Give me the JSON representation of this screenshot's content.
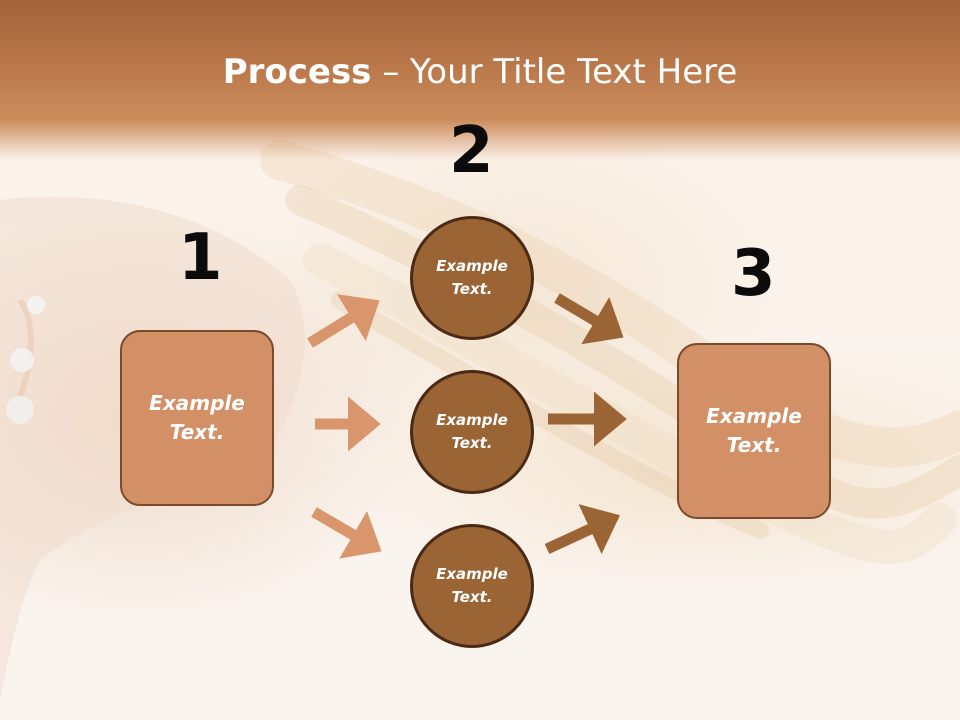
{
  "title": {
    "strong": "Process",
    "rest": " – Your Title Text Here"
  },
  "steps": [
    {
      "number": "1",
      "label": "Example\nText."
    },
    {
      "number": "2",
      "labels": [
        "Example\nText.",
        "Example\nText.",
        "Example\nText."
      ]
    },
    {
      "number": "3",
      "label": "Example\nText."
    }
  ],
  "colors": {
    "header": "#b9774a",
    "box_fill": "#d38f66",
    "circle_fill": "#9b6434",
    "arrow_light": "#d9956b",
    "arrow_dark": "#9b6434"
  }
}
